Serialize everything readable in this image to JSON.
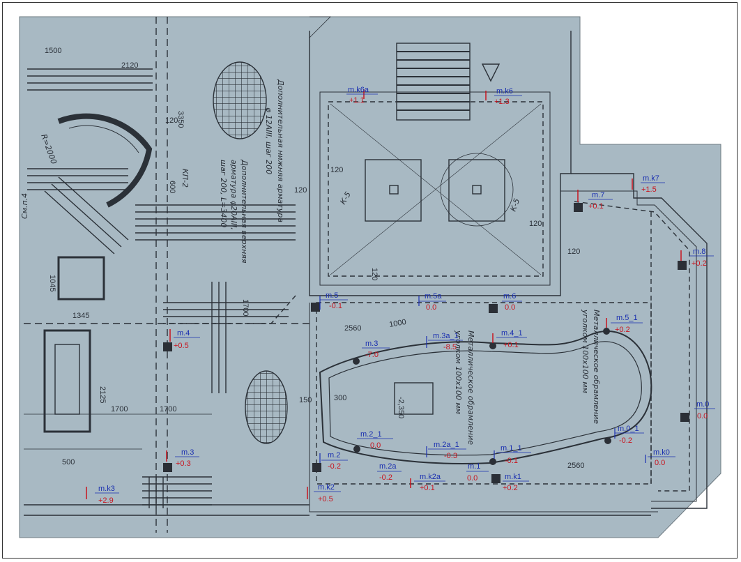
{
  "colors": {
    "paper": "#a8b9c3",
    "ink": "#2b3138",
    "marker_name": "#1a2fb0",
    "marker_value": "#c8141e",
    "dot": "#2b2f36"
  },
  "markers": [
    {
      "id": "m-k6a",
      "name": "m.k6a",
      "value": "+1.1"
    },
    {
      "id": "m-k6",
      "name": "m.k6",
      "value": "+1.3"
    },
    {
      "id": "m-k7",
      "name": "m.k7",
      "value": "+1.5"
    },
    {
      "id": "m-7",
      "name": "m.7",
      "value": "+0.1"
    },
    {
      "id": "m-8",
      "name": "m.8",
      "value": "+0.2"
    },
    {
      "id": "m-5",
      "name": "m.5",
      "value": "-0.1"
    },
    {
      "id": "m-5a",
      "name": "m.5a",
      "value": "0.0"
    },
    {
      "id": "m-6",
      "name": "m.6",
      "value": "0.0"
    },
    {
      "id": "m-4",
      "name": "m.4",
      "value": "+0.5"
    },
    {
      "id": "m-3",
      "name": "m.3",
      "value": "-7.0"
    },
    {
      "id": "m-3a-1",
      "name": "m.3a_1",
      "value": "-8.5"
    },
    {
      "id": "m-4-1",
      "name": "m.4_1",
      "value": "+0.1"
    },
    {
      "id": "m-5-1",
      "name": "m.5_1",
      "value": "+0.2"
    },
    {
      "id": "m-0",
      "name": "m.0",
      "value": "0.0"
    },
    {
      "id": "m-0-1",
      "name": "m.0_1",
      "value": "-0.2"
    },
    {
      "id": "m-k0",
      "name": "m.k0",
      "value": "0.0"
    },
    {
      "id": "m-2-1",
      "name": "m.2_1",
      "value": "0.0"
    },
    {
      "id": "m-2a-1",
      "name": "m.2a_1",
      "value": "-0.3"
    },
    {
      "id": "m-1-1",
      "name": "m.1_1",
      "value": "-0.1"
    },
    {
      "id": "m-3b",
      "name": "m.3",
      "value": "+0.3"
    },
    {
      "id": "m-2",
      "name": "m.2",
      "value": "-0.2"
    },
    {
      "id": "m-2a",
      "name": "m.2a",
      "value": "-0.2"
    },
    {
      "id": "m-k2a",
      "name": "m.k2a",
      "value": "+0.1"
    },
    {
      "id": "m-1",
      "name": "m.1",
      "value": "0.0"
    },
    {
      "id": "m-k1",
      "name": "m.k1",
      "value": "+0.2"
    },
    {
      "id": "m-k2",
      "name": "m.k2",
      "value": "+0.5"
    },
    {
      "id": "m-k3",
      "name": "m.k3",
      "value": "+2.9"
    }
  ],
  "dimensions": {
    "d1500": "1500",
    "d2120": "2120",
    "d3350": "3350",
    "d120a": "120",
    "d600": "600",
    "d120b": "120",
    "d120c": "120",
    "d120d": "120",
    "d120e": "120",
    "d120f": "120",
    "d1345": "1345",
    "d1045": "1045",
    "d2560a": "2560",
    "d1700a": "1700",
    "d1700b": "1700",
    "d1700c": "1700",
    "d2125": "2125",
    "d500": "500",
    "d150": "150",
    "d300": "300",
    "d2560b": "2560",
    "d350": "-2,350",
    "d1000": "1000"
  },
  "notes": {
    "rebar_a": "Дополнительная нижняя арматура",
    "rebar_b": "φ 12АIII, шаг 200",
    "rebar_c": "Дополнительная верхняя",
    "rebar_d": "арматура φ20АIII,",
    "rebar_e": "шаг 200, L=3400",
    "metal_a": "Металлическое обрамление",
    "metal_b": "уголком 100х100 мм",
    "metal_c": "Металлическое обрамление",
    "metal_d": "уголком 100х100 мм",
    "kp": "КП-2",
    "radius": "R=2000",
    "k5a": "К-5",
    "k5b": "К-5",
    "sm": "См.п.4"
  }
}
